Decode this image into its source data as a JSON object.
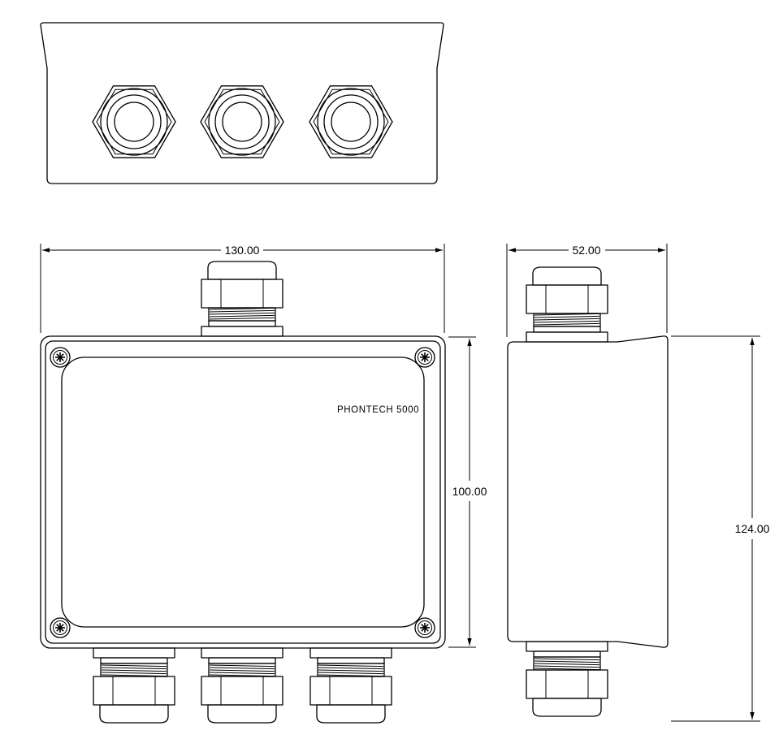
{
  "label": "PHONTECH 5000",
  "dimensions": {
    "width": "130.00",
    "height": "100.00",
    "depth": "52.00",
    "overall_height": "124.00"
  }
}
